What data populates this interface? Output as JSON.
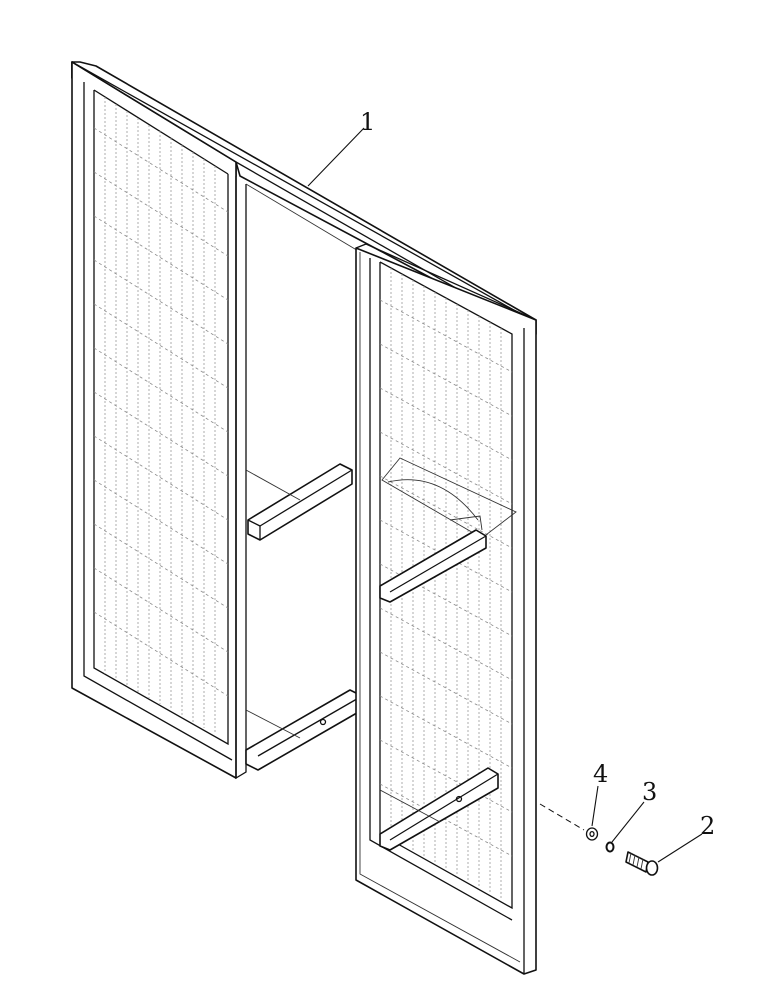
{
  "callouts": {
    "part1": "1",
    "part2": "2",
    "part3": "3",
    "part4": "4"
  },
  "colors": {
    "line": "#111111",
    "mesh": "#9a9a9a",
    "background": "#ffffff"
  }
}
